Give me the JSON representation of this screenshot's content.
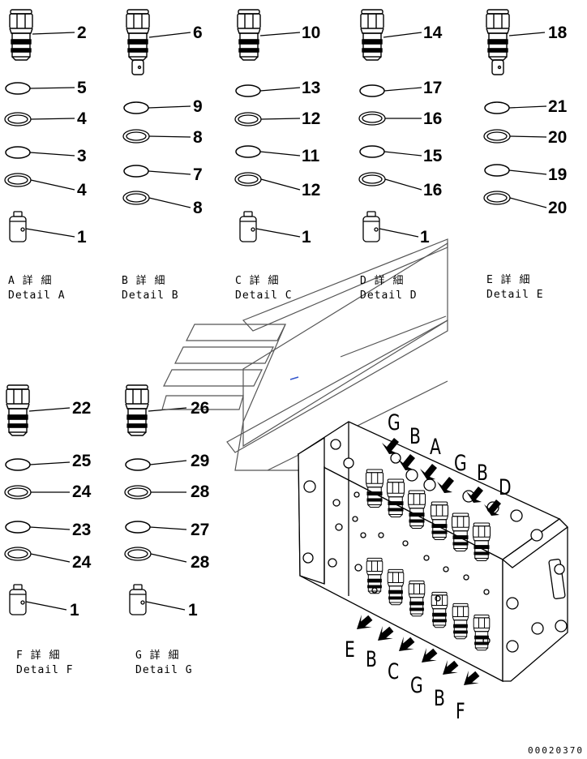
{
  "details": [
    {
      "id": "A",
      "caption_jp": "A 詳 細",
      "caption_en": "Detail A",
      "callouts": [
        "2",
        "5",
        "4",
        "3",
        "4",
        "1"
      ]
    },
    {
      "id": "B",
      "caption_jp": "B 詳 細",
      "caption_en": "Detail B",
      "callouts": [
        "6",
        "9",
        "8",
        "7",
        "8"
      ]
    },
    {
      "id": "C",
      "caption_jp": "C 詳 細",
      "caption_en": "Detail C",
      "callouts": [
        "10",
        "13",
        "12",
        "11",
        "12",
        "1"
      ]
    },
    {
      "id": "D",
      "caption_jp": "D 詳 細",
      "caption_en": "Detail D",
      "callouts": [
        "14",
        "17",
        "16",
        "15",
        "16",
        "1"
      ]
    },
    {
      "id": "E",
      "caption_jp": "E 詳 細",
      "caption_en": "Detail E",
      "callouts": [
        "18",
        "21",
        "20",
        "19",
        "20"
      ]
    },
    {
      "id": "F",
      "caption_jp": "F 詳 細",
      "caption_en": "Detail F",
      "callouts": [
        "22",
        "25",
        "24",
        "23",
        "24",
        "1"
      ]
    },
    {
      "id": "G",
      "caption_jp": "G 詳 細",
      "caption_en": "Detail G",
      "callouts": [
        "26",
        "29",
        "28",
        "27",
        "28",
        "1"
      ]
    }
  ],
  "top_arrow_labels": [
    "G",
    "B",
    "A",
    "G",
    "B",
    "D"
  ],
  "bottom_arrow_labels": [
    "E",
    "B",
    "C",
    "G",
    "B",
    "F"
  ],
  "drawing_number": "00020370"
}
